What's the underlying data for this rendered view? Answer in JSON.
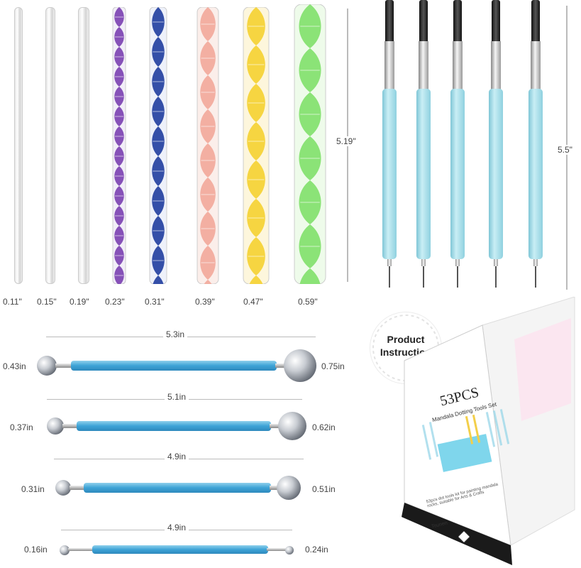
{
  "rods": {
    "sizes": [
      "0.11\"",
      "0.15\"",
      "0.19\"",
      "0.23\"",
      "0.31\"",
      "0.39\"",
      "0.47\"",
      "0.59\""
    ],
    "length": "5.19\"",
    "colors": [
      "#e9e9e9",
      "#e9e9e9",
      "#e9e9e9",
      "#7a3fb0",
      "#1f3d9e",
      "#f2a79a",
      "#f5d230",
      "#7fe06a"
    ]
  },
  "pens": {
    "length": "5.5\"",
    "count": 5,
    "body_color": "#a9dde9"
  },
  "ball_tools": [
    {
      "length": "5.3in",
      "left": "0.43in",
      "right": "0.75in"
    },
    {
      "length": "5.1in",
      "left": "0.37in",
      "right": "0.62in"
    },
    {
      "length": "4.9in",
      "left": "0.31in",
      "right": "0.51in"
    },
    {
      "length": "4.9in",
      "left": "0.16in",
      "right": "0.24in"
    }
  ],
  "booklet": {
    "badge_line1": "Product",
    "badge_line2": "Instruction",
    "title": "53PCS",
    "subtitle": "Mandala Dotting Tools Set",
    "desc": "53pcs dot tools kit for painting mandala rocks, suitable for Arts & Crafts",
    "brand": "Tounen"
  }
}
